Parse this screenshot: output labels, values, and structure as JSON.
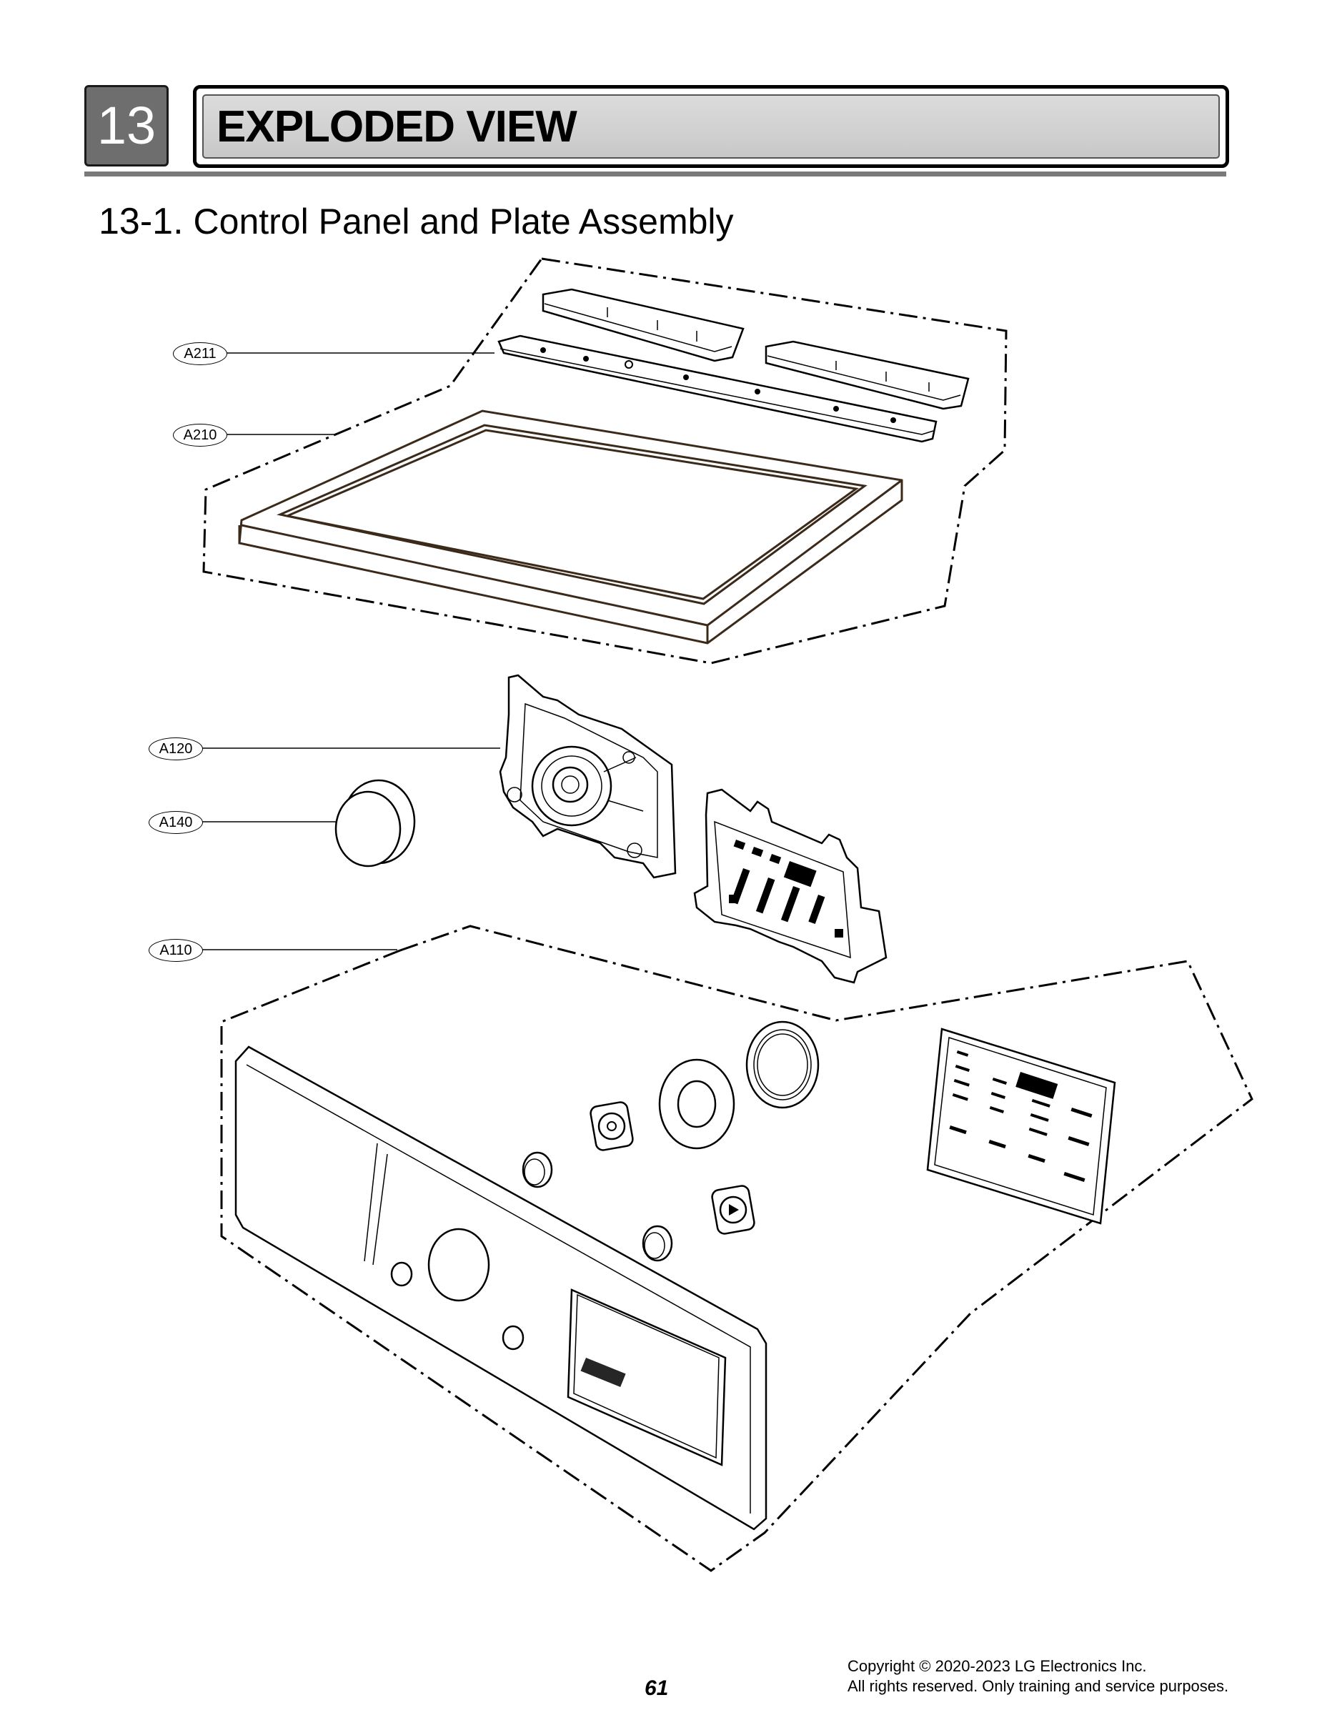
{
  "header": {
    "section_number": "13",
    "section_title": "EXPLODED VIEW"
  },
  "subheading": {
    "number": "13-1.",
    "title": "Control Panel and Plate Assembly"
  },
  "callouts": [
    {
      "id": "A211",
      "label": "A211"
    },
    {
      "id": "A210",
      "label": "A210"
    },
    {
      "id": "A120",
      "label": "A120"
    },
    {
      "id": "A140",
      "label": "A140"
    },
    {
      "id": "A110",
      "label": "A110"
    }
  ],
  "footer": {
    "page_number": "61",
    "copyright_line1": "Copyright © 2020-2023  LG Electronics Inc.",
    "copyright_line2": "All rights reserved. Only training and service purposes."
  }
}
